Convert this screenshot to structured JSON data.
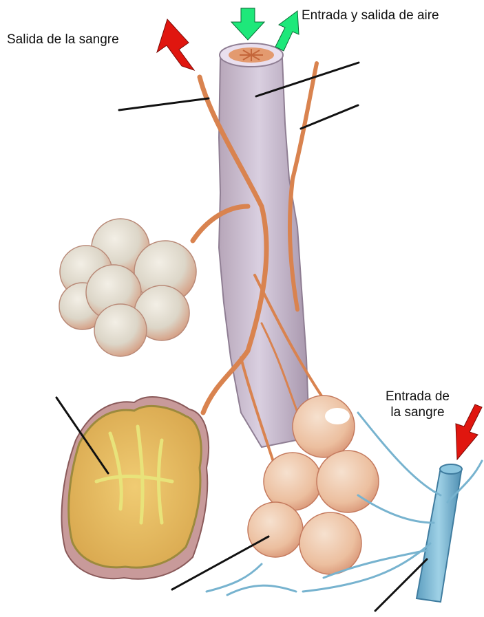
{
  "labels": {
    "salida_sangre": "Salida de la sangre",
    "aire": "Entrada y salida de aire",
    "entrada_sangre_line1": "Entrada de",
    "entrada_sangre_line2": "la sangre"
  },
  "colors": {
    "arrow_red": "#e0160f",
    "arrow_green": "#1ee87a",
    "bronchiole": "#c8b7c8",
    "artery": "#d9834f",
    "vein": "#77b3cf",
    "alveolus": "#e6d8c4",
    "cut_alveolus": "#e5c066"
  }
}
